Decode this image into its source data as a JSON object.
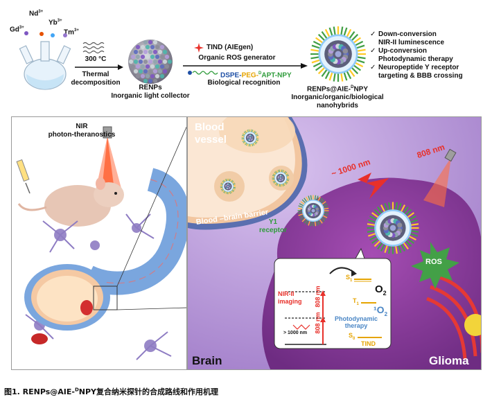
{
  "top": {
    "elements": [
      "Gd",
      "Nd",
      "Yb",
      "Tm"
    ],
    "charge": "3+",
    "step1": {
      "temp": "300 °C",
      "label1": "Thermal",
      "label2": "decomposition"
    },
    "renps": {
      "name": "RENPs",
      "desc": "Inorganic light collector"
    },
    "tind": {
      "name": "TIND (AIEgen)",
      "desc": "Organic ROS generator"
    },
    "linker": {
      "dspe": "DSPE-",
      "peg": "PEG-",
      "d": "D",
      "apt": "APT-NPY",
      "desc": "Biological recognition"
    },
    "product": {
      "name_a": "RENPs@AIE-",
      "name_sup": "D",
      "name_b": "NPY",
      "desc1": "Inorganic/organic/biological",
      "desc2": "nanohybrids"
    },
    "features": [
      {
        "check": "✓",
        "text": "Down-conversion"
      },
      {
        "check": "",
        "text": "NIR-II luminescence"
      },
      {
        "check": "✓",
        "text": "Up-conversion"
      },
      {
        "check": "",
        "text": "Photodynamic therapy"
      },
      {
        "check": "✓",
        "text": "Neuropeptide Y receptor"
      },
      {
        "check": "",
        "text": "targeting & BBB crossing"
      }
    ]
  },
  "left_panel": {
    "title1": "NIR",
    "title2": "photon-theranostics"
  },
  "right_panel": {
    "blood1": "Blood",
    "blood2": "vessel",
    "bbb": "Blood –brain barrier",
    "wavelength_1000": "~ 1000 nm",
    "wavelength_808": "808 nm",
    "y1a": "Y1",
    "y1b": "receptor",
    "ros": "ROS",
    "brain": "Brain",
    "glioma": "Glioma"
  },
  "inset": {
    "nir1": "NIR-II",
    "nir2": "imaging",
    "nm808_a": "808 nm",
    "nm808_b": "808 nm",
    "gt1000": "> 1000 nm",
    "s1": "S",
    "s1sub": "1",
    "t1": "T",
    "t1sub": "1",
    "s0": "S",
    "s0sub": "0",
    "o2": "O",
    "o2sub": "2",
    "singlet": "¹O",
    "singletsub": "2",
    "pdt1": "Photodynamic",
    "pdt2": "therapy",
    "tind": "TIND"
  },
  "caption": {
    "a": "图1. RENPs@AIE-",
    "sup": "D",
    "b": "NPY复合纳米探针的合成路线和作用机理"
  },
  "colors": {
    "accent_red": "#e8302a",
    "tissue_purple": "#8c3d97",
    "vessel_blue": "#7aa6de",
    "brain_lilac": "#b48cd6"
  }
}
